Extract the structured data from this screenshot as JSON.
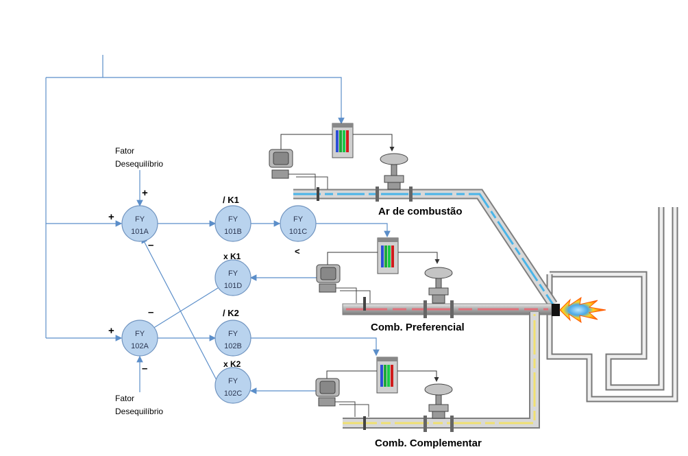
{
  "nodes": {
    "fy101a": {
      "tag": "FY",
      "num": "101A"
    },
    "fy101b": {
      "tag": "FY",
      "num": "101B"
    },
    "fy101c": {
      "tag": "FY",
      "num": "101C"
    },
    "fy101d": {
      "tag": "FY",
      "num": "101D"
    },
    "fy102a": {
      "tag": "FY",
      "num": "102A"
    },
    "fy102b": {
      "tag": "FY",
      "num": "102B"
    },
    "fy102c": {
      "tag": "FY",
      "num": "102C"
    }
  },
  "labels": {
    "fator_top_1": "Fator",
    "fator_top_2": "Desequilíbrio",
    "fator_bottom_1": "Fator",
    "fator_bottom_2": "Desequilíbrio",
    "div_k1": "/ K1",
    "mul_k1": "x K1",
    "div_k2": "/ K2",
    "mul_k2": "x K2",
    "less_than": "<",
    "plus_top": "+",
    "plus_left_101a": "+",
    "minus_101a": "–",
    "minus_102a_top": "–",
    "plus_left_102a": "+",
    "minus_102a_bottom": "–"
  },
  "lines": {
    "air": "Ar de combustão",
    "preferred": "Comb. Preferencial",
    "complementary": "Comb. Complementar"
  },
  "colors": {
    "node_fill": "#b9d3ee",
    "node_stroke": "#6f93bf",
    "signal": "#5b8ec9",
    "pipe_gray": "#b5b5b5",
    "air_stripe": "#49b4e8",
    "pref_stripe": "#e0707a",
    "comp_stripe": "#f0e070"
  }
}
